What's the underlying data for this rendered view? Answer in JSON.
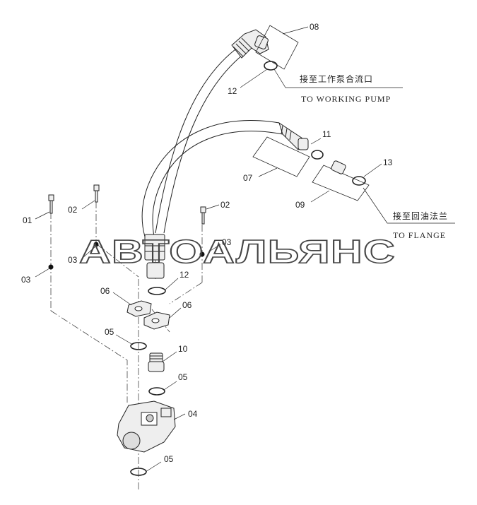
{
  "watermark": "АВТОАЛЬЯНС",
  "notes": {
    "pump_cn": "接至工作泵合流口",
    "pump_en": "TO WORKING PUMP",
    "flange_cn": "接至回油法兰",
    "flange_en": "TO FLANGE"
  },
  "callouts": {
    "c08": "08",
    "c12a": "12",
    "c11": "11",
    "c07": "07",
    "c13": "13",
    "c09": "09",
    "c01": "01",
    "c02a": "02",
    "c02b": "02",
    "c03a": "03",
    "c03b": "03",
    "c03c": "03",
    "c12b": "12",
    "c06a": "06",
    "c06b": "06",
    "c05a": "05",
    "c10": "10",
    "c05b": "05",
    "c04": "04",
    "c05c": "05"
  },
  "colors": {
    "line": "#222222",
    "dash": "#444444",
    "part_fill": "#eeeeee"
  }
}
